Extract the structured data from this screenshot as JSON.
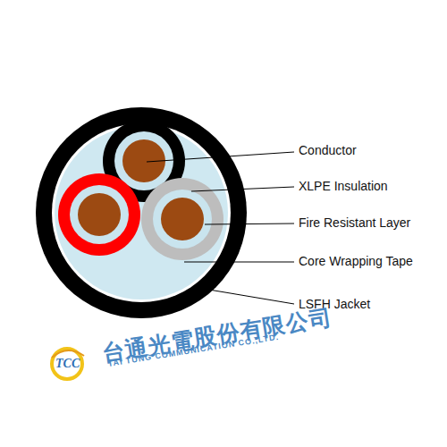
{
  "diagram": {
    "labels": [
      "Conductor",
      "XLPE Insulation",
      "Fire Resistant Layer",
      "Core Wrapping Tape",
      "LSFH Jacket",
      "台通光電股份有限公司",
      "TAI TUNG COMMUNICATION CO.,LTD.",
      "TCC"
    ]
  }
}
